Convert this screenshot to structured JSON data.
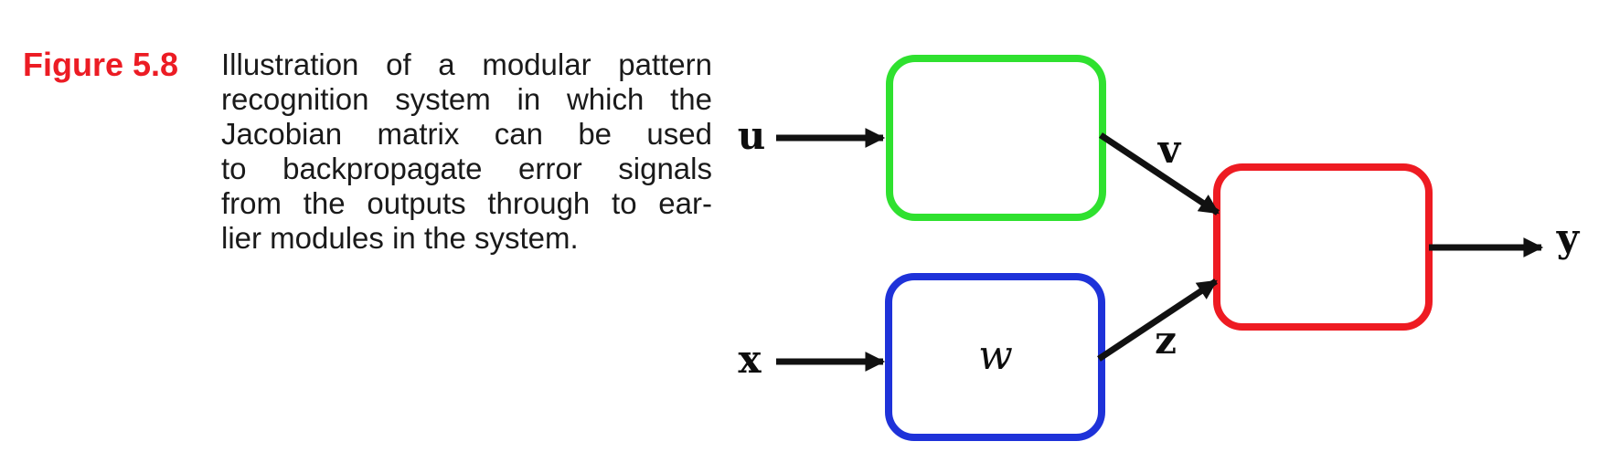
{
  "figure": {
    "label": "Figure 5.8",
    "caption_lines": [
      "Illustration of a modular pattern",
      "recognition system in which the",
      "Jacobian matrix can be used",
      "to backpropagate error signals",
      "from the outputs through to ear-",
      "lier modules in the system."
    ]
  },
  "diagram": {
    "labels": {
      "top_input": "u",
      "bottom_input": "x",
      "top_output": "v",
      "bottom_output": "z",
      "final_output": "y",
      "weights": "w"
    },
    "colors": {
      "top_module": "#2fe12f",
      "bottom_module": "#1e32d9",
      "output_module": "#ee1b22",
      "arrows": "#111111",
      "figure_label": "#ec1c24",
      "caption_text": "#1a1a1a"
    }
  }
}
